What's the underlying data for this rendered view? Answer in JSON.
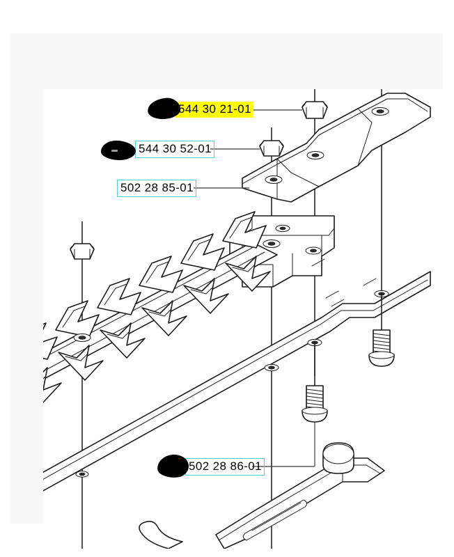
{
  "document": {
    "type": "exploded-parts-diagram",
    "subject": "hedge trimmer cutter bar assembly",
    "background_color": "#ffffff",
    "mat_color": "#f8f8f8",
    "canvas_color": "#ffffff",
    "line_color": "#1a1a1a"
  },
  "annotations": {
    "highlight_color": "#ffff00",
    "box_color": "#4fd0e0",
    "redaction_color": "#000000"
  },
  "callouts": [
    {
      "id": "callout-544-30-21-01",
      "part_number": "544 30 21-01",
      "style": "highlight-yellow",
      "redacted": true,
      "points_to": "hex-lock-nut-upper"
    },
    {
      "id": "callout-544-30-52-01",
      "part_number": "544 30 52-01",
      "style": "box-cyan",
      "redacted": true,
      "points_to": "hex-lock-nut-middle"
    },
    {
      "id": "callout-502-28-85-01",
      "part_number": "502 28 85-01",
      "style": "box-cyan",
      "redacted": false,
      "points_to": "clamp-bar-bracket"
    },
    {
      "id": "callout-502-28-86-01",
      "part_number": "502 28 86-01",
      "style": "box-cyan",
      "redacted": true,
      "points_to": "pan-head-screw-lower"
    }
  ],
  "parts": [
    {
      "id": "clamp-bar-bracket",
      "name": "Z-shaped clamp bar"
    },
    {
      "id": "cutter-blade",
      "name": "toothed cutter blade"
    },
    {
      "id": "mounting-bracket",
      "name": "formed sheet-metal mounting bracket"
    },
    {
      "id": "guide-rail",
      "name": "long guide rail / support bar"
    },
    {
      "id": "slide-plate",
      "name": "blade guide slide plate with slot and boss"
    },
    {
      "id": "hex-lock-nut-upper",
      "name": "hex lock nut"
    },
    {
      "id": "hex-lock-nut-middle",
      "name": "hex lock nut"
    },
    {
      "id": "hex-lock-nut-left",
      "name": "hex lock nut"
    },
    {
      "id": "pan-head-screw-upper",
      "name": "pan head screw"
    },
    {
      "id": "pan-head-screw-lower",
      "name": "pan head screw"
    }
  ]
}
